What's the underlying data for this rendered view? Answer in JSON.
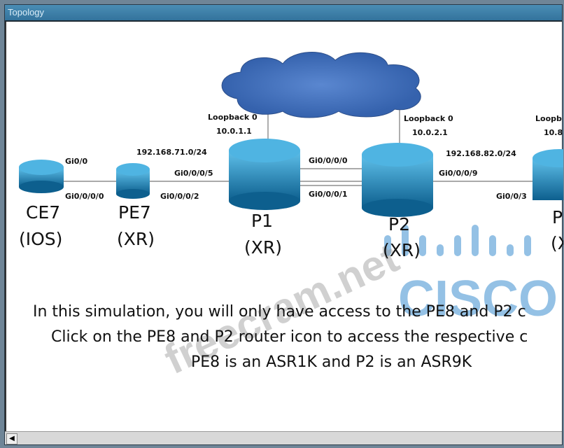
{
  "window": {
    "title": "Topology"
  },
  "devices": [
    {
      "name": "CE7",
      "os": "(IOS)"
    },
    {
      "name": "PE7",
      "os": "(XR)"
    },
    {
      "name": "P1",
      "os": "(XR)",
      "loopback_label": "Loopback 0",
      "loopback_ip": "10.0.1.1"
    },
    {
      "name": "P2",
      "os": "(XR)",
      "loopback_label": "Loopback 0",
      "loopback_ip": "10.0.2.1"
    },
    {
      "name": "P",
      "os": "(X",
      "loopback_label": "Loopb",
      "loopback_ip": "10.8"
    }
  ],
  "interfaces": {
    "ce7_gi": "Gi0/0",
    "pe7_ce": "Gi0/0/0/0",
    "pe7_p1": "Gi0/0/0/2",
    "p1_pe7": "Gi0/0/0/5",
    "p1_p2_a": "Gi0/0/0/0",
    "p1_p2_b": "Gi0/0/0/1",
    "p2_pe8": "Gi0/0/0/9",
    "pe8_p2": "Gi0/0/3"
  },
  "subnets": {
    "pe7_p1": "192.168.71.0/24",
    "p2_pe8": "192.168.82.0/24"
  },
  "messages": [
    "In this simulation, you will only have access to the PE8 and P2 c",
    "Click on the PE8 and P2 router icon to access the respective c",
    "PE8 is an ASR1K and P2 is an ASR9K"
  ],
  "watermark": {
    "cisco": "CISCO",
    "site": "freecram.net"
  },
  "colors": {
    "router": "#1f8fc4",
    "cloud": "#4a78c2",
    "title": "#3b7ea6"
  }
}
